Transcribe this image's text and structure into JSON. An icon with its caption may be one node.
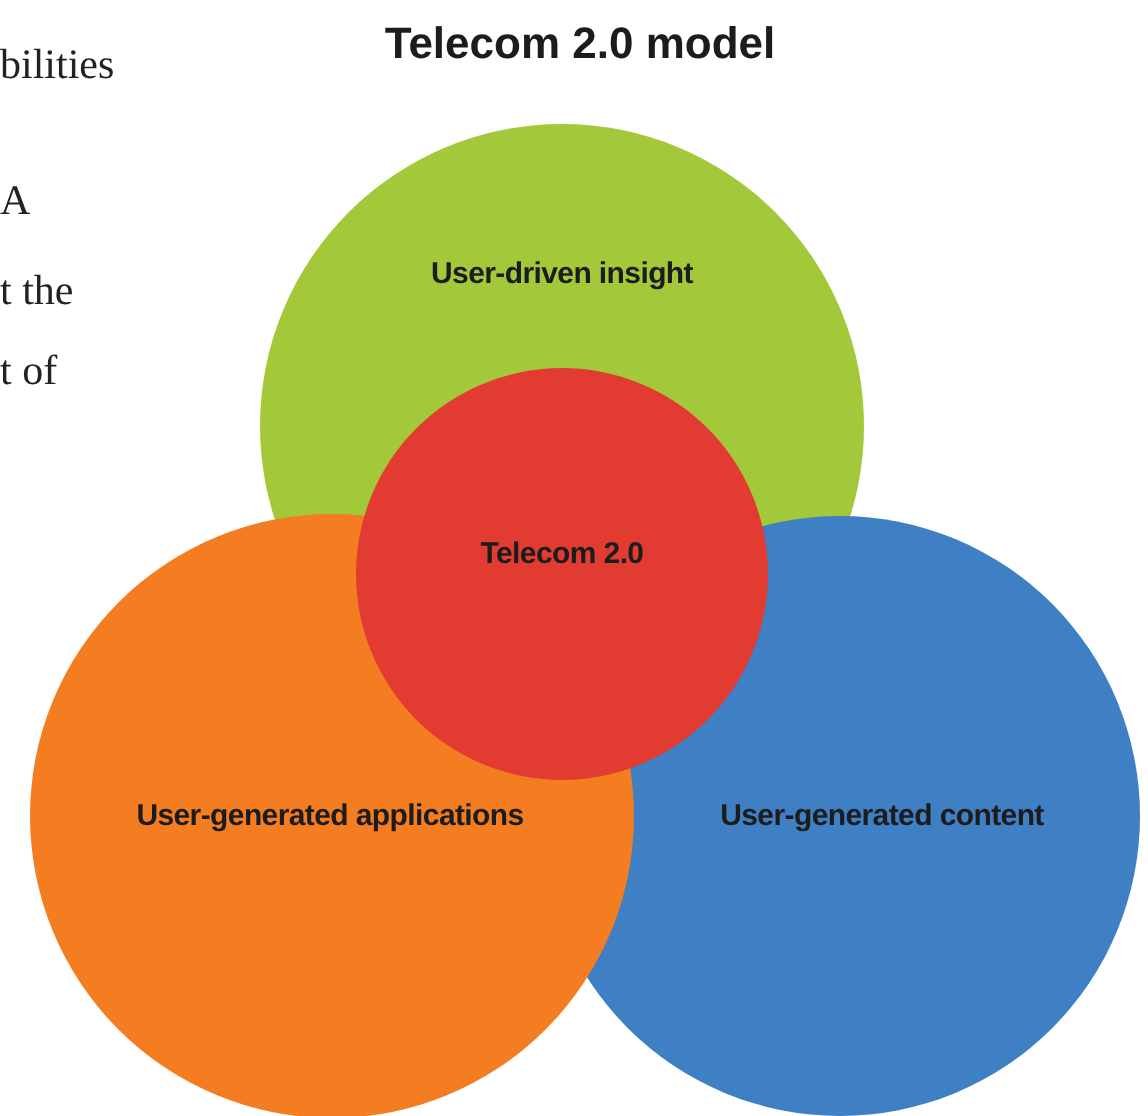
{
  "diagram": {
    "title": "Telecom 2.0 model",
    "nodes": [
      {
        "text": [
          "User-driven insight"
        ]
      },
      {
        "text": [
          "User-generated content"
        ]
      },
      {
        "text": [
          "User-generated applications"
        ]
      },
      {
        "text": [
          "Telecom 2.0"
        ]
      }
    ],
    "labels": [
      "bilities",
      "A",
      "t the",
      "t of"
    ]
  }
}
